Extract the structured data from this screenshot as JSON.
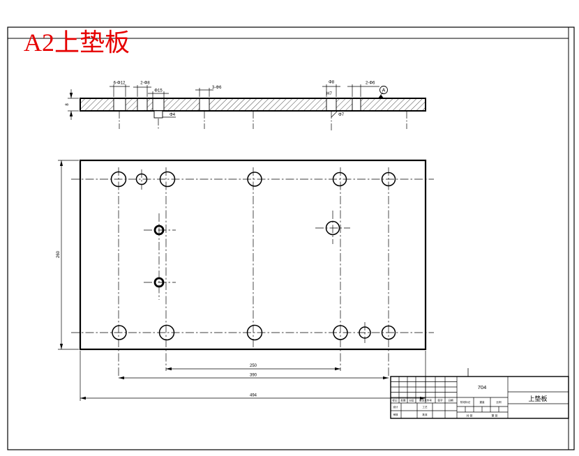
{
  "page": {
    "title": "A2上垫板"
  },
  "section": {
    "d12_group": "6-Φ12",
    "d8_group": "2-Φ8",
    "d15": "Φ15",
    "d6_group3": "3-Φ6",
    "d8": "Φ8",
    "h7": "H7",
    "d7_below": "Φ7",
    "d6_group2": "2-Φ6",
    "d4_below": "Φ4",
    "thickness": "8",
    "datum": "A"
  },
  "plan": {
    "dim_inner": "250",
    "dim_mid": "390",
    "dim_outer": "494",
    "dim_height": "260"
  },
  "title_block": {
    "drawing_no": "704",
    "part_name": "上垫板",
    "header": [
      "标记",
      "处数",
      "分区",
      "更改文件号",
      "签字",
      "日期"
    ],
    "rows": [
      "设计",
      "审核",
      "工艺",
      "批准"
    ],
    "mid": [
      "阶段标记",
      "重量",
      "比例"
    ],
    "sheet": [
      "共 张",
      "第 张"
    ]
  }
}
